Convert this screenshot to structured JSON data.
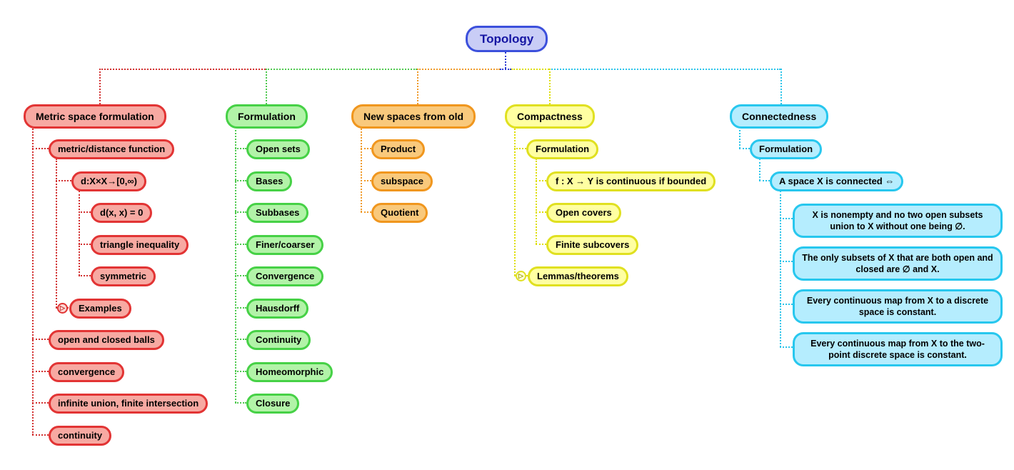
{
  "root": {
    "label": "Topology"
  },
  "icons": {
    "collapsed": "▷"
  },
  "colors": {
    "root_blue": "#3c50dc",
    "red": "#e23434",
    "green": "#46d146",
    "orange": "#f0961e",
    "yellow": "#e0e020",
    "cyan": "#27c7ee"
  },
  "branches": {
    "metric": {
      "topic": "Metric space formulation",
      "distance_fn": "metric/distance function",
      "d_def": "d:X×X→[0,∞)",
      "d_zero": "d(x, x) = 0",
      "triangle": "triangle inequality",
      "symmetric": "symmetric",
      "examples": "Examples",
      "balls": "open and closed balls",
      "convergence": "convergence",
      "union": "infinite union, finite intersection",
      "continuity": "continuity"
    },
    "formulation": {
      "topic": "Formulation",
      "items": [
        "Open sets",
        "Bases",
        "Subbases",
        "Finer/coarser",
        "Convergence",
        "Hausdorff",
        "Continuity",
        "Homeomorphic",
        "Closure"
      ]
    },
    "new_spaces": {
      "topic": "New spaces from old",
      "items": [
        "Product",
        "subspace",
        "Quotient"
      ]
    },
    "compactness": {
      "topic": "Compactness",
      "formulation": "Formulation",
      "bounded": "f : X → Y is continuous if bounded",
      "open_covers": "Open covers",
      "finite_subcovers": "Finite subcovers",
      "lemmas": "Lemmas/theorems"
    },
    "connectedness": {
      "topic": "Connectedness",
      "formulation": "Formulation",
      "connected_iff": "A space X is connected ⇔",
      "statements": [
        "X is nonempty and no two open subsets union to X without one being ∅.",
        "The only subsets of X that are both open and closed are ∅ and X.",
        "Every continuous map from X to a discrete space is constant.",
        "Every continuous map from X to the two-point discrete space is constant."
      ]
    }
  }
}
